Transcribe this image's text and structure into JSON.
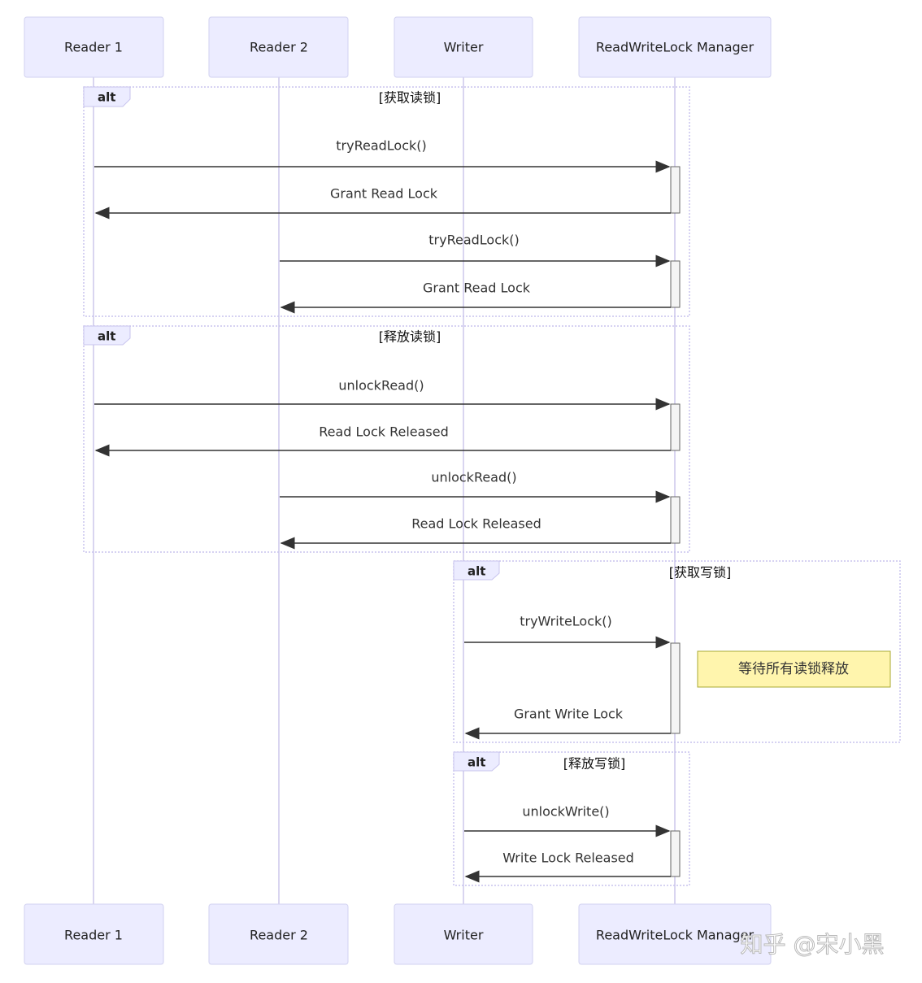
{
  "actors": [
    {
      "id": "r1",
      "label": "Reader 1"
    },
    {
      "id": "r2",
      "label": "Reader 2"
    },
    {
      "id": "w",
      "label": "Writer"
    },
    {
      "id": "m",
      "label": "ReadWriteLock Manager"
    }
  ],
  "frames": [
    {
      "tab": "alt",
      "condition": "[获取读锁]",
      "messages": [
        {
          "from": "r1",
          "to": "m",
          "label": "tryReadLock()"
        },
        {
          "from": "m",
          "to": "r1",
          "label": "Grant Read Lock"
        },
        {
          "from": "r2",
          "to": "m",
          "label": "tryReadLock()"
        },
        {
          "from": "m",
          "to": "r2",
          "label": "Grant Read Lock"
        }
      ]
    },
    {
      "tab": "alt",
      "condition": "[释放读锁]",
      "messages": [
        {
          "from": "r1",
          "to": "m",
          "label": "unlockRead()"
        },
        {
          "from": "m",
          "to": "r1",
          "label": "Read Lock Released"
        },
        {
          "from": "r2",
          "to": "m",
          "label": "unlockRead()"
        },
        {
          "from": "m",
          "to": "r2",
          "label": "Read Lock Released"
        }
      ]
    },
    {
      "tab": "alt",
      "condition": "[获取写锁]",
      "messages": [
        {
          "from": "w",
          "to": "m",
          "label": "tryWriteLock()"
        },
        {
          "from": "m",
          "to": "w",
          "label": "Grant Write Lock"
        }
      ],
      "note": "等待所有读锁释放"
    },
    {
      "tab": "alt",
      "condition": "[释放写锁]",
      "messages": [
        {
          "from": "w",
          "to": "m",
          "label": "unlockWrite()"
        },
        {
          "from": "m",
          "to": "w",
          "label": "Write Lock Released"
        }
      ]
    }
  ],
  "watermark": "知乎 @宋小黑",
  "colors": {
    "actor_fill": "#ECECFF",
    "note_fill": "#fff5ad",
    "line": "#333333"
  }
}
